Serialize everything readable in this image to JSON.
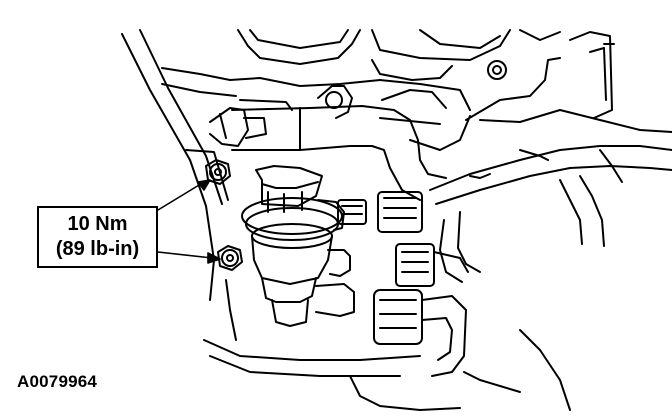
{
  "diagram": {
    "callout": {
      "torque_nm": "10 Nm",
      "torque_lbin": "(89 lb-in)"
    },
    "figure_id": "A0079964",
    "colors": {
      "line": "#000000",
      "background": "#ffffff"
    }
  }
}
